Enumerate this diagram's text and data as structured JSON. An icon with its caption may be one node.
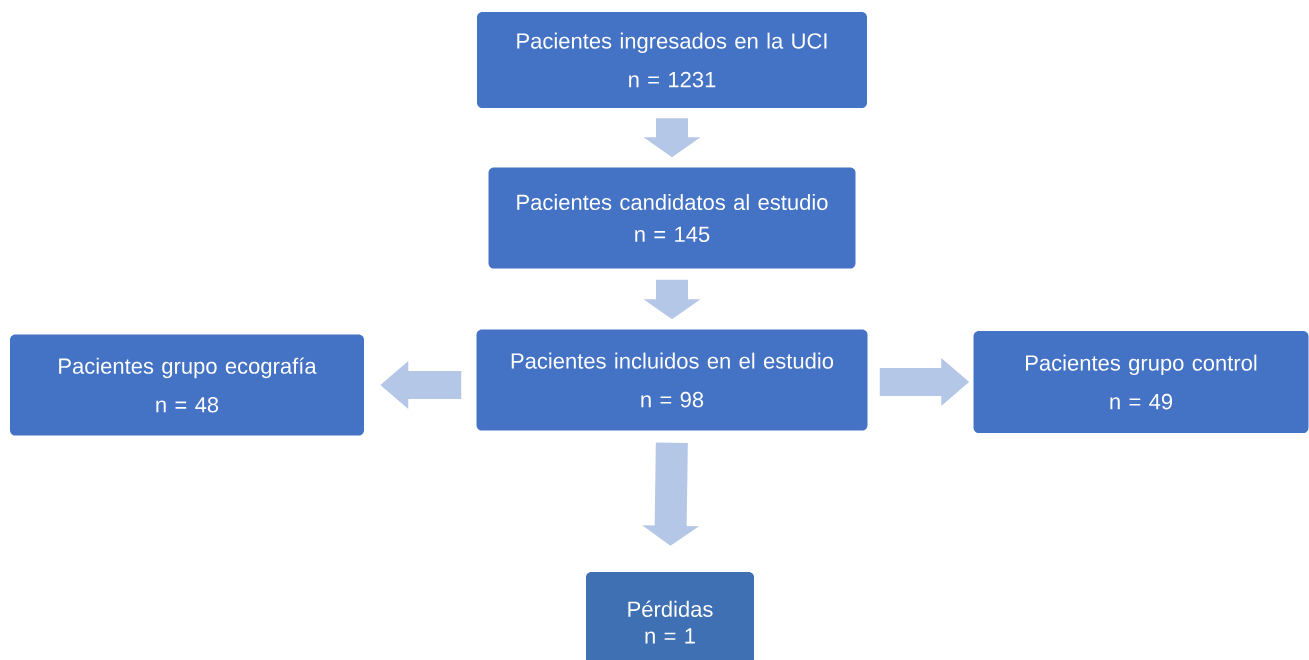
{
  "diagram": {
    "nodes": [
      {
        "text": [
          "Pacientes ingresados en la UCI",
          "n = 1231"
        ]
      },
      {
        "text": [
          "Pacientes candidatos al estudio",
          "n = 145"
        ]
      },
      {
        "text": [
          "Pacientes incluidos en el estudio",
          "n = 98"
        ]
      },
      {
        "text": [
          "Pacientes grupo ecografía",
          "n = 48"
        ]
      },
      {
        "text": [
          "Pacientes grupo control",
          "n = 49"
        ]
      },
      {
        "text": [
          "Pérdidas",
          "n = 1"
        ]
      }
    ],
    "edges": [
      {
        "from": 0,
        "to": 1,
        "arrow": "to"
      },
      {
        "from": 1,
        "to": 2,
        "arrow": "to"
      },
      {
        "from": 2,
        "to": 3,
        "arrow": "to"
      },
      {
        "from": 2,
        "to": 4,
        "arrow": "to"
      },
      {
        "from": 2,
        "to": 5,
        "arrow": "to"
      }
    ]
  }
}
